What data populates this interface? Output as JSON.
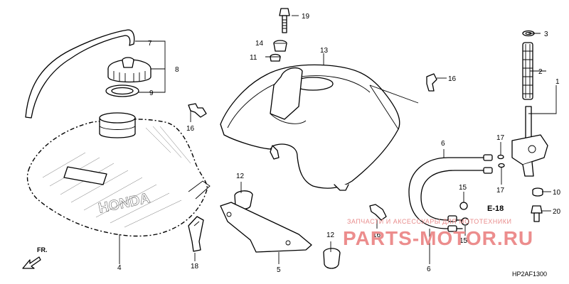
{
  "callouts": {
    "n1": "1",
    "n2": "2",
    "n3": "3",
    "n4": "4",
    "n5": "5",
    "n6a": "6",
    "n6b": "6",
    "n7": "7",
    "n8": "8",
    "n9": "9",
    "n10": "10",
    "n11": "11",
    "n12a": "12",
    "n12b": "12",
    "n13": "13",
    "n14": "14",
    "n15a": "15",
    "n15b": "15",
    "n16a": "16",
    "n16b": "16",
    "n16c": "16",
    "n17a": "17",
    "n17b": "17",
    "n18": "18",
    "n19": "19",
    "n20": "20"
  },
  "tank_brand": "HONDA",
  "reference": "E-18",
  "front_label": "FR.",
  "watermark": {
    "line1": "ЗАПЧАСТИ И АКСЕССУАРЫ ДЛЯ МОТОТЕХНИКИ",
    "line2": "PARTS-MOTOR.RU"
  },
  "diagram_code": "HP2AF1300"
}
